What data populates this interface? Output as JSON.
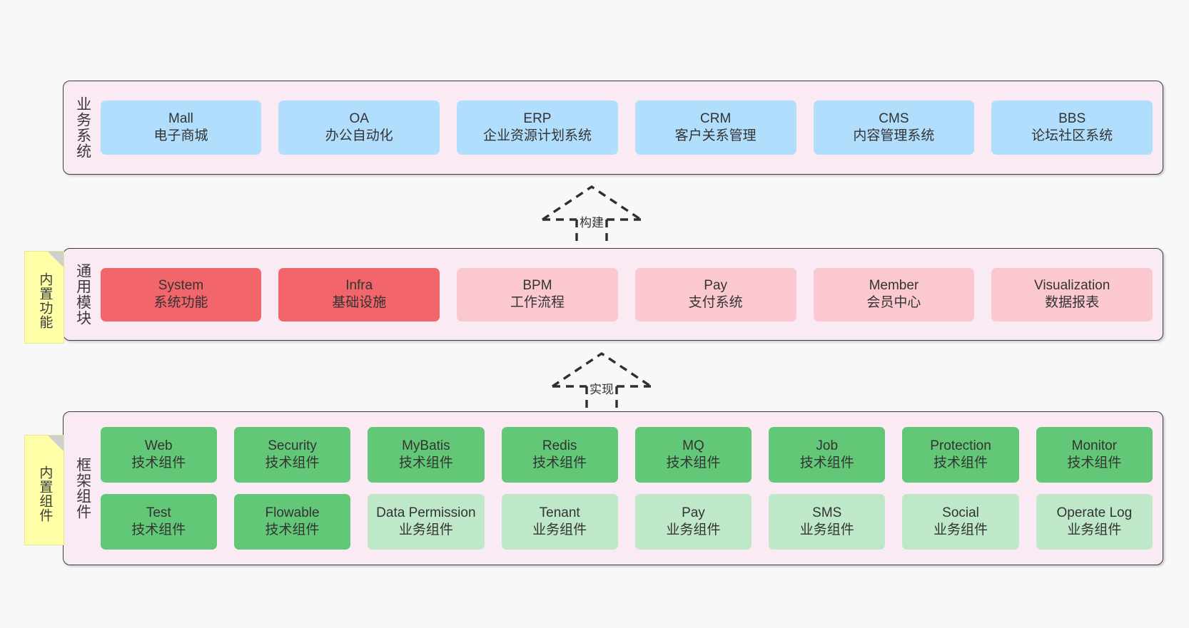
{
  "diagram": {
    "background_color": "#f8f8f8",
    "layer_fill": "#f9eaf4",
    "layer_border": "#3b3b45"
  },
  "layers": [
    {
      "id": "business-system",
      "title": "业务系统",
      "rows": [
        {
          "cards": [
            {
              "en": "Mall",
              "cn": "电子商城",
              "color": "#b2defd",
              "variant": "c-blue"
            },
            {
              "en": "OA",
              "cn": "办公自动化",
              "color": "#b2defd",
              "variant": "c-blue"
            },
            {
              "en": "ERP",
              "cn": "企业资源计划系统",
              "color": "#b2defd",
              "variant": "c-blue"
            },
            {
              "en": "CRM",
              "cn": "客户关系管理",
              "color": "#b2defd",
              "variant": "c-blue"
            },
            {
              "en": "CMS",
              "cn": "内容管理系统",
              "color": "#b2defd",
              "variant": "c-blue"
            },
            {
              "en": "BBS",
              "cn": "论坛社区系统",
              "color": "#b2defd",
              "variant": "c-blue"
            }
          ]
        }
      ]
    },
    {
      "id": "common-module",
      "title": "通用模块",
      "sticky": "内置功能",
      "rows": [
        {
          "cards": [
            {
              "en": "System",
              "cn": "系统功能",
              "color": "#f2656a",
              "variant": "c-red"
            },
            {
              "en": "Infra",
              "cn": "基础设施",
              "color": "#f2656a",
              "variant": "c-red"
            },
            {
              "en": "BPM",
              "cn": "工作流程",
              "color": "#fcc8d0",
              "variant": "c-pink"
            },
            {
              "en": "Pay",
              "cn": "支付系统",
              "color": "#fcc8d0",
              "variant": "c-pink"
            },
            {
              "en": "Member",
              "cn": "会员中心",
              "color": "#fcc8d0",
              "variant": "c-pink"
            },
            {
              "en": "Visualization",
              "cn": "数据报表",
              "color": "#fcc8d0",
              "variant": "c-pink"
            }
          ]
        }
      ]
    },
    {
      "id": "framework-component",
      "title": "框架组件",
      "sticky": "内置组件",
      "rows": [
        {
          "cards": [
            {
              "en": "Web",
              "cn": "技术组件",
              "color": "#62c878",
              "variant": "c-green"
            },
            {
              "en": "Security",
              "cn": "技术组件",
              "color": "#62c878",
              "variant": "c-green"
            },
            {
              "en": "MyBatis",
              "cn": "技术组件",
              "color": "#62c878",
              "variant": "c-green"
            },
            {
              "en": "Redis",
              "cn": "技术组件",
              "color": "#62c878",
              "variant": "c-green"
            },
            {
              "en": "MQ",
              "cn": "技术组件",
              "color": "#62c878",
              "variant": "c-green"
            },
            {
              "en": "Job",
              "cn": "技术组件",
              "color": "#62c878",
              "variant": "c-green"
            },
            {
              "en": "Protection",
              "cn": "技术组件",
              "color": "#62c878",
              "variant": "c-green"
            },
            {
              "en": "Monitor",
              "cn": "技术组件",
              "color": "#62c878",
              "variant": "c-green"
            }
          ]
        },
        {
          "cards": [
            {
              "en": "Test",
              "cn": "技术组件",
              "color": "#62c878",
              "variant": "c-green"
            },
            {
              "en": "Flowable",
              "cn": "技术组件",
              "color": "#62c878",
              "variant": "c-green"
            },
            {
              "en": "Data Permission",
              "cn": "业务组件",
              "color": "#bfe8c8",
              "variant": "c-lightgreen",
              "wrapped": true
            },
            {
              "en": "Tenant",
              "cn": "业务组件",
              "color": "#bfe8c8",
              "variant": "c-lightgreen"
            },
            {
              "en": "Pay",
              "cn": "业务组件",
              "color": "#bfe8c8",
              "variant": "c-lightgreen"
            },
            {
              "en": "SMS",
              "cn": "业务组件",
              "color": "#bfe8c8",
              "variant": "c-lightgreen"
            },
            {
              "en": "Social",
              "cn": "业务组件",
              "color": "#bfe8c8",
              "variant": "c-lightgreen"
            },
            {
              "en": "Operate Log",
              "cn": "业务组件",
              "color": "#bfe8c8",
              "variant": "c-lightgreen"
            }
          ]
        }
      ]
    }
  ],
  "connectors": [
    {
      "id": "build",
      "label": "构建",
      "from": "common-module",
      "to": "business-system"
    },
    {
      "id": "implement",
      "label": "实现",
      "from": "framework-component",
      "to": "common-module"
    }
  ]
}
